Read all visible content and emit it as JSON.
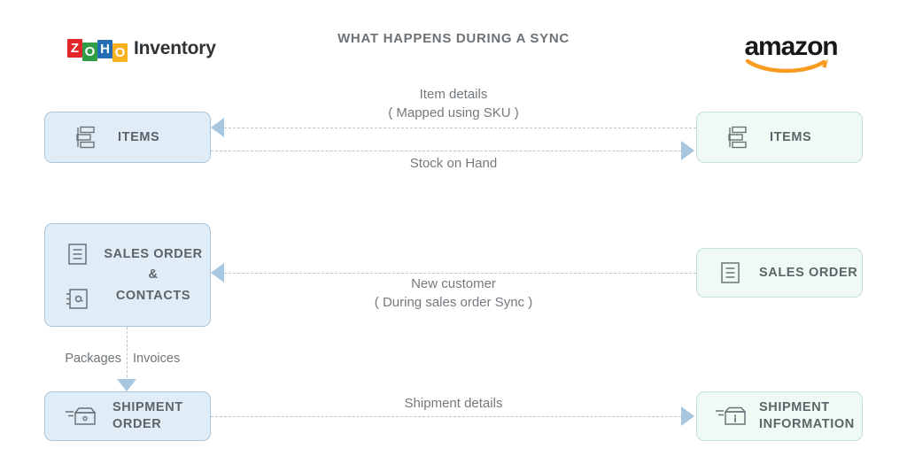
{
  "header": {
    "title": "WHAT HAPPENS DURING A SYNC",
    "left_brand": {
      "tiles": [
        "Z",
        "O",
        "H",
        "O"
      ],
      "word": "Inventory",
      "icon": "zoho-logo"
    },
    "right_brand": {
      "word": "amazon",
      "icon": "amazon-logo"
    }
  },
  "nodes": {
    "items_left": {
      "label": "ITEMS",
      "icon": "items-stack-icon"
    },
    "items_right": {
      "label": "ITEMS",
      "icon": "items-stack-icon"
    },
    "sales_order_left": {
      "line1": "SALES ORDER",
      "line2": "&",
      "line3": "CONTACTS",
      "icon1": "document-lines-icon",
      "icon2": "contacts-at-icon"
    },
    "sales_order_right": {
      "label": "SALES ORDER",
      "icon": "document-lines-icon"
    },
    "shipment_left": {
      "label": "SHIPMENT\nORDER",
      "icon": "shipment-box-icon"
    },
    "shipment_right": {
      "label": "SHIPMENT\nINFORMATION",
      "icon": "shipment-info-box-icon"
    }
  },
  "edges": {
    "item_details": "Item details\n( Mapped using SKU )",
    "stock_on_hand": "Stock on Hand",
    "new_customer": "New customer\n( During sales order Sync )",
    "shipment_details": "Shipment details",
    "packages": "Packages",
    "invoices": "Invoices"
  },
  "colors": {
    "left_fill": "#e1edf6",
    "left_border": "#a8c5db",
    "right_fill": "#effaf4",
    "right_border": "#c5e3d4",
    "arrow": "#a7c7e0",
    "dash": "#b9c6d1",
    "label_text": "#73797e",
    "title_text": "#6d7276",
    "zoho_red": "#e42527",
    "zoho_green": "#2e9e46",
    "zoho_blue": "#226db4",
    "zoho_yellow": "#f9b21d",
    "amazon_orange": "#f89c21"
  }
}
